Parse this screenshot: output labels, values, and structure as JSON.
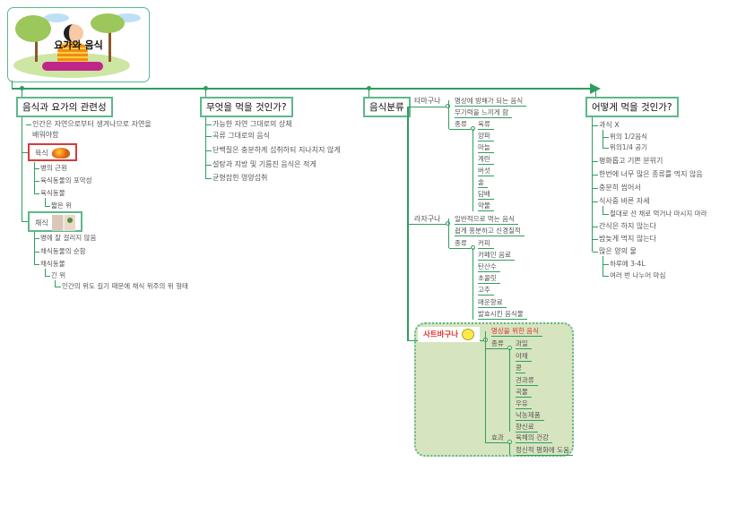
{
  "central": {
    "title": "요가와 음식"
  },
  "b1": {
    "title": "음식과 요가의 관련성",
    "intro": [
      "인간은 자연으로부터 생겨나므로 자연을",
      "배워야함"
    ],
    "meat": {
      "label": "육식",
      "items": [
        "병의 근원",
        "육식동물의 포악성",
        "육식동물"
      ],
      "sub": "짧은 위"
    },
    "veg": {
      "label": "채식",
      "items": [
        "병에 잘 걸리지 않음",
        "채식동물의 순함",
        "채식동물"
      ],
      "sub": "긴 위",
      "subsub": "인간의 위도 길기 때문에 채식 위주의 위 형태"
    }
  },
  "b2": {
    "title": "무엇을 먹을 것인가?",
    "items": [
      "가능한 자연 그대로의 상체",
      "곡류 그대로의 음식",
      "단백질은 충분하게 섭취하되 지나치지 않게",
      "설탕과 지방 및 기름진 음식은 적게",
      "균형잡힌 영양섭취"
    ]
  },
  "b3": {
    "title": "음식분류",
    "tamas": {
      "label": "타마구나",
      "items": [
        "명상에 방해가 되는 음식",
        "무기력을 느끼게 함"
      ],
      "kind": "종류",
      "kinds": [
        "육류",
        "양파",
        "마늘",
        "계란",
        "버섯",
        "술",
        "담배",
        "약물"
      ]
    },
    "rajas": {
      "label": "라자구나",
      "items": [
        "일반적으로 먹는 음식",
        "쉽게 흥분하고 신경질적"
      ],
      "kind": "종류",
      "kinds": [
        "커피",
        "카페인 음료",
        "탄산수",
        "초콜릿",
        "고추",
        "매운향료",
        "발효시킨 음식물"
      ]
    },
    "sattva": {
      "label": "사트바구나",
      "desc": "명상을 위한 음식",
      "kind": "종류",
      "kinds": [
        "과일",
        "야채",
        "콩",
        "견과류",
        "곡물",
        "우유",
        "낙농제품",
        "향신료"
      ],
      "effect": "효과",
      "effects": [
        "육체의 건강",
        "정신적 평화에 도움"
      ]
    }
  },
  "b4": {
    "title": "어떻게 먹을 것인가?",
    "overeat": "과식 X",
    "overeat_sub": [
      "위의 1/2음식",
      "위의1/4 공기"
    ],
    "items1": [
      "평화롭고 기쁜 분위기",
      "한번에 너무 많은 종류를 먹지 않음",
      "충분히 씹어서",
      "식사중 바른 자세"
    ],
    "posture_sub": "절대로 선 채로 먹거나 마시지 마라",
    "items2": [
      "간식은 하지 않는다",
      "밤늦게 먹지 않는다",
      "많은 양의 물"
    ],
    "water_sub": [
      "하루에 3-4L",
      "여러 번 나누어 마심"
    ]
  },
  "colors": {
    "line": "#2e9e5e",
    "topic_border": "#5cb88a",
    "sattva_fill": "#d6e4bf",
    "accent_red": "#e03030"
  }
}
